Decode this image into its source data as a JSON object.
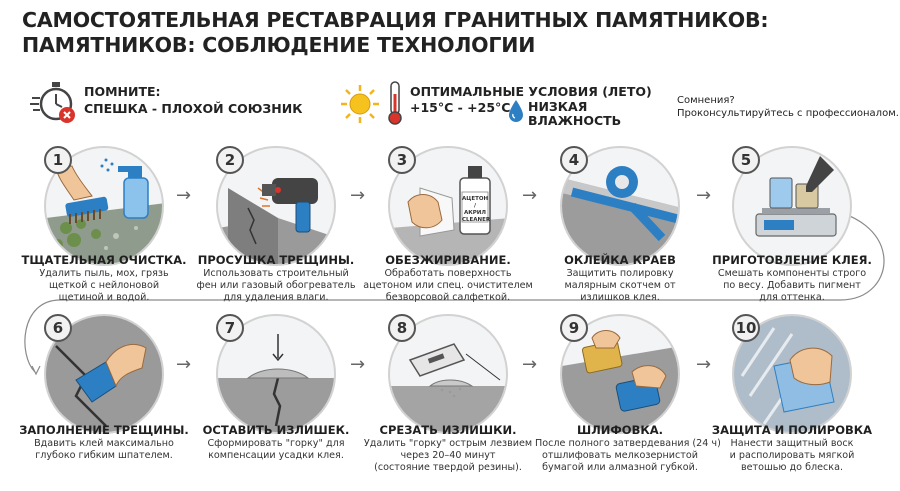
{
  "title": {
    "line1": "САМОСТОЯТЕЛЬНАЯ РЕСТАВРАЦИЯ ГРАНИТНЫХ ПАМЯТНИКОВ:",
    "line2": "ПАМЯТНИКОВ: СОБЛЮДЕНИЕ ТЕХНОЛОГИИ"
  },
  "reminder": {
    "line1": "ПОМНИТЕ:",
    "line2": "СПЕШКА - ПЛОХОЙ СОЮЗНИК",
    "icon": "stopwatch-icon"
  },
  "conditions": {
    "line1": "ОПТИМАЛЬНЫЕ УСЛОВИЯ (ЛЕТО)",
    "line2": "+15°C - +25°C",
    "humidity1": "НИЗКАЯ",
    "humidity2": "ВЛАЖНОСТЬ"
  },
  "advice": {
    "line1": "Сомнения?",
    "line2": "Проконсультируйтесь с профессионалом."
  },
  "steps": [
    {
      "num": "1",
      "title": "ТЩАТЕЛЬНАЯ ОЧИСТКА.",
      "desc": [
        "Удалить пыль, мох, грязь",
        "щеткой с нейлоновой",
        "щетиной и водой."
      ]
    },
    {
      "num": "2",
      "title": "ПРОСУШКА ТРЕЩИНЫ.",
      "desc": [
        "Использовать строительный",
        "фен или газовый обогреватель",
        "для удаления влаги."
      ]
    },
    {
      "num": "3",
      "title": "ОБЕЗЖИРИВАНИЕ.",
      "desc": [
        "Обработать поверхность",
        "ацетоном или спец. очистителем",
        "безворсовой салфеткой."
      ],
      "bottle_label": [
        "АЦЕТОН /",
        "АКРИЛ",
        "CLEANER"
      ]
    },
    {
      "num": "4",
      "title": "ОКЛЕЙКА КРАЕВ",
      "desc": [
        "Защитить полировку",
        "малярным скотчем от",
        "излишков клея."
      ]
    },
    {
      "num": "5",
      "title": "ПРИГОТОВЛЕНИЕ КЛЕЯ.",
      "desc": [
        "Смешать компоненты строго",
        "по весу. Добавить пигмент",
        "для оттенка."
      ]
    },
    {
      "num": "6",
      "title": "ЗАПОЛНЕНИЕ ТРЕЩИНЫ.",
      "desc": [
        "Вдавить клей максимально",
        "глубоко гибким шпателем."
      ]
    },
    {
      "num": "7",
      "title": "ОСТАВИТЬ ИЗЛИШЕК.",
      "desc": [
        "Сформировать \"горку\" для",
        "компенсации усадки клея."
      ]
    },
    {
      "num": "8",
      "title": "СРЕЗАТЬ ИЗЛИШКИ.",
      "desc": [
        "Удалить \"горку\" острым лезвием",
        "через 20–40 минут",
        "(состояние твердой резины)."
      ]
    },
    {
      "num": "9",
      "title": "ШЛИФОВКА.",
      "desc": [
        "После полного затвердевания (24 ч)",
        "отшлифовать мелкозернистой",
        "бумагой или алмазной губкой."
      ]
    },
    {
      "num": "10",
      "title": "ЗАЩИТА И ПОЛИРОВКА",
      "desc": [
        "Нанести защитный воск",
        "и располировать мягкой",
        "ветошью до блеска."
      ]
    }
  ],
  "arrow_glyph": "→",
  "colors": {
    "accent_red": "#d9342b",
    "accent_blue": "#2d7fc4",
    "sun": "#f3b51b"
  }
}
